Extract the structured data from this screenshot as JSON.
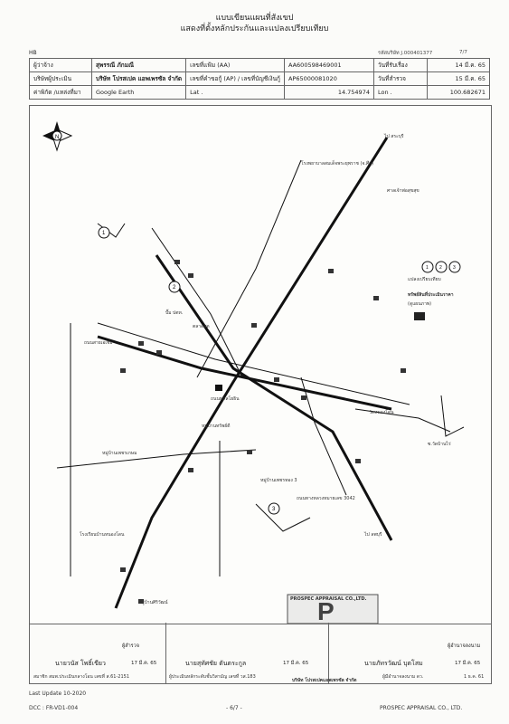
{
  "header": {
    "title_line1": "แบบเขียนแผนที่สังเขป",
    "title_line2": "แสดงที่ตั้งหลักประกันและแปลงเปรียบเทียบ",
    "ref_no": "รหัสบริษัท J.000401377",
    "page_marker": "7/7",
    "corner_code": "HB"
  },
  "info": {
    "row1": {
      "label1": "ผู้ว่าจ้าง",
      "value1": "สุพรรณี ภักมณี",
      "label2": "เลขที่แฟ้ม (AA)",
      "value2": "AA600598469001",
      "label3": "วันที่รับเรื่อง",
      "value3": "14 มี.ค. 65"
    },
    "row2": {
      "label1": "บริษัทผู้ประเมิน",
      "value1": "บริษัท โปรสเปค แอพเพรซัล จำกัด",
      "label2": "เลขที่คำขอกู้ (AP) / เลขที่บัญชีเงินกู้",
      "value2": "AP65000081020",
      "label3": "วันที่สำรวจ",
      "value3": "15 มี.ค. 65"
    },
    "row3": {
      "label1": "ค่าพิกัด /แหล่งที่มา",
      "value1": "Google Earth",
      "label2": "Lat .",
      "value2": "14.754974",
      "label3": "Lon .",
      "value3": "100.682671"
    }
  },
  "map": {
    "north_label": "N",
    "labels": [
      "ไป สระบุรี",
      "โรงพยาบาลสมเด็จพระยุพราช (จ.ศึก)",
      "ศาลเจ้าพ่อสุขสุข",
      "ทรัพย์สินที่ประเมินราคา",
      "(ดูแผนภาพ)",
      "แปลงเปรียบเทียบ",
      "1",
      "2",
      "3",
      "ถนนสายเอเชีย",
      "ถนนพหลโยธิน",
      "วัดหนองโดน",
      "ซ.วัดบ้านไร่",
      "ไป ลพบุรี",
      "หมู่บ้านเพชรทอง 3",
      "หมู่บ้านทรัพย์ดี",
      "ถนนทางหลวงหมายเลข 3042",
      "โรงเรียนบ้านหนองโดน",
      "หมู่บ้านเพชรเกษม",
      "ตลาดสด",
      "ปั๊ม ปตท.",
      "หมู่บ้านศิริวัฒน์"
    ]
  },
  "signatures": [
    {
      "role": "ผู้สำรวจ",
      "name": "นายวนัส โพธิ์เขียว",
      "date": "17 มี.ค. 65",
      "license": "สมาชิก สมพ.ประเมินกลางโอน เลขที่ ส.61-2151"
    },
    {
      "role": "",
      "name": "นายสุทัศชัย  ตันตระกูล",
      "date": "17 มี.ค. 65",
      "license": "ผู้ประเมินหลักระดับชั้นวิสามัญ เลขที่ วส.183"
    },
    {
      "role": "ผู้อำนาจลงนาม",
      "name": "นายภัทรวัฒน์  บุตโสม",
      "date": "17 มี.ค. 65",
      "license": "ผู้มีอำนาจลงนาม ดว.",
      "date2": "1 ธ.ค. 61"
    }
  ],
  "stamp": {
    "text_top": "PROSPEC APPRAISAL CO.,LTD.",
    "text_bottom": "บริษัท โปรสเปคแอพเพรซัล จำกัด",
    "letter": "P"
  },
  "footer": {
    "last_update": "Last Update 10-2020",
    "doc_code": "DCC : FR-VD1-004",
    "page": "- 6/7 -",
    "company": "PROSPEC APPRAISAL CO., LTD."
  }
}
